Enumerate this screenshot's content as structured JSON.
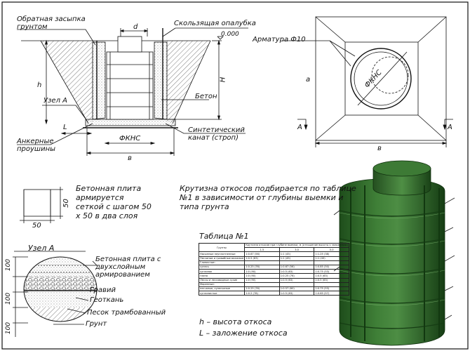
{
  "labels": {
    "backfill": "Обратная засыпка\nгрунтом",
    "sliding_formwork": "Скользящая опалубка",
    "d": "d",
    "level": "0.000",
    "h_small": "h",
    "H": "H",
    "node_a": "Узел А",
    "concrete": "Бетон",
    "L": "L",
    "anchor_eyes": "Анкерные\nпроушины",
    "synthetic_rope": "Синтетический\nканат (строп)",
    "phi_kns": "ФКНС",
    "b": "в",
    "rebar": "Арматура Ф10",
    "a": "а",
    "phi_kns_plan": "ФКНС",
    "section_a": "А",
    "b_plan": "в",
    "plate_text": "Бетонная плита\nармируется\nсеткой с шагом 50\nх 50 в два слоя",
    "dim_50_v": "50",
    "dim_50_h": "50",
    "slope_text": "Крутизна откосов подбирается по таблице\n№1 в зависимости от глубины выемки и\nтипа грунта",
    "node_a_title": "Узел А",
    "node_plate": "Бетонная плита с\nдвухслойным\nармированием",
    "gravel": "Гравий",
    "geotextile": "Геоткань",
    "sand": "Песок трамбованный",
    "soil": "Грунт",
    "dim_100_1": "100",
    "dim_100_2": "100",
    "dim_100_3": "100",
    "table_title": "Таблица №1",
    "legend_h": "h – высота откоса",
    "legend_L": "L – заложение откоса"
  },
  "table": {
    "head_soil": "Грунты",
    "head_caption": "Крутизна откосов при глубине выемки, м (отношение высоты к заложению)",
    "depths": [
      "1.5",
      "3.0",
      "5.0"
    ],
    "rows": [
      [
        "Насыпные неуплотненные",
        "1:0.67 (56)",
        "1:1 (45)",
        "1:1.25 (38)"
      ],
      [
        "Песчаные и гравийные влажные",
        "1:0.5 (63)",
        "1:1 (45)",
        "1:1 (45)"
      ],
      [
        "Глинистые:",
        "",
        "",
        ""
      ],
      [
        "супесь",
        "1:0.25 (76)",
        "1:0.67 (56)",
        "1:0.85 (50)"
      ],
      [
        "суглинок",
        "1:0 (90)",
        "1:0.5 (63)",
        "1:0.75 (53)"
      ],
      [
        "глина",
        "1:0 (90)",
        "1:0.25 (76)",
        "1:0.5 (63)"
      ],
      [
        "Лессы и лессовидные сухие",
        "1:0 (90)",
        "1:0.5 (63)",
        "1:0.5 (63)"
      ],
      [
        "Моренные:",
        "",
        "",
        ""
      ],
      [
        "песчаные, супесчаные",
        "1:0.25 (76)",
        "1:0.57 (60)",
        "1:0.75 (53)"
      ],
      [
        "суглинистые",
        "1:0.2 (78)",
        "1:0.5 (63)",
        "1:0.65 (57)"
      ]
    ]
  },
  "colors": {
    "tank_green": "#2f6b2a",
    "tank_dark": "#1c4a1a",
    "tank_light": "#5f9a52",
    "line": "#111111"
  }
}
